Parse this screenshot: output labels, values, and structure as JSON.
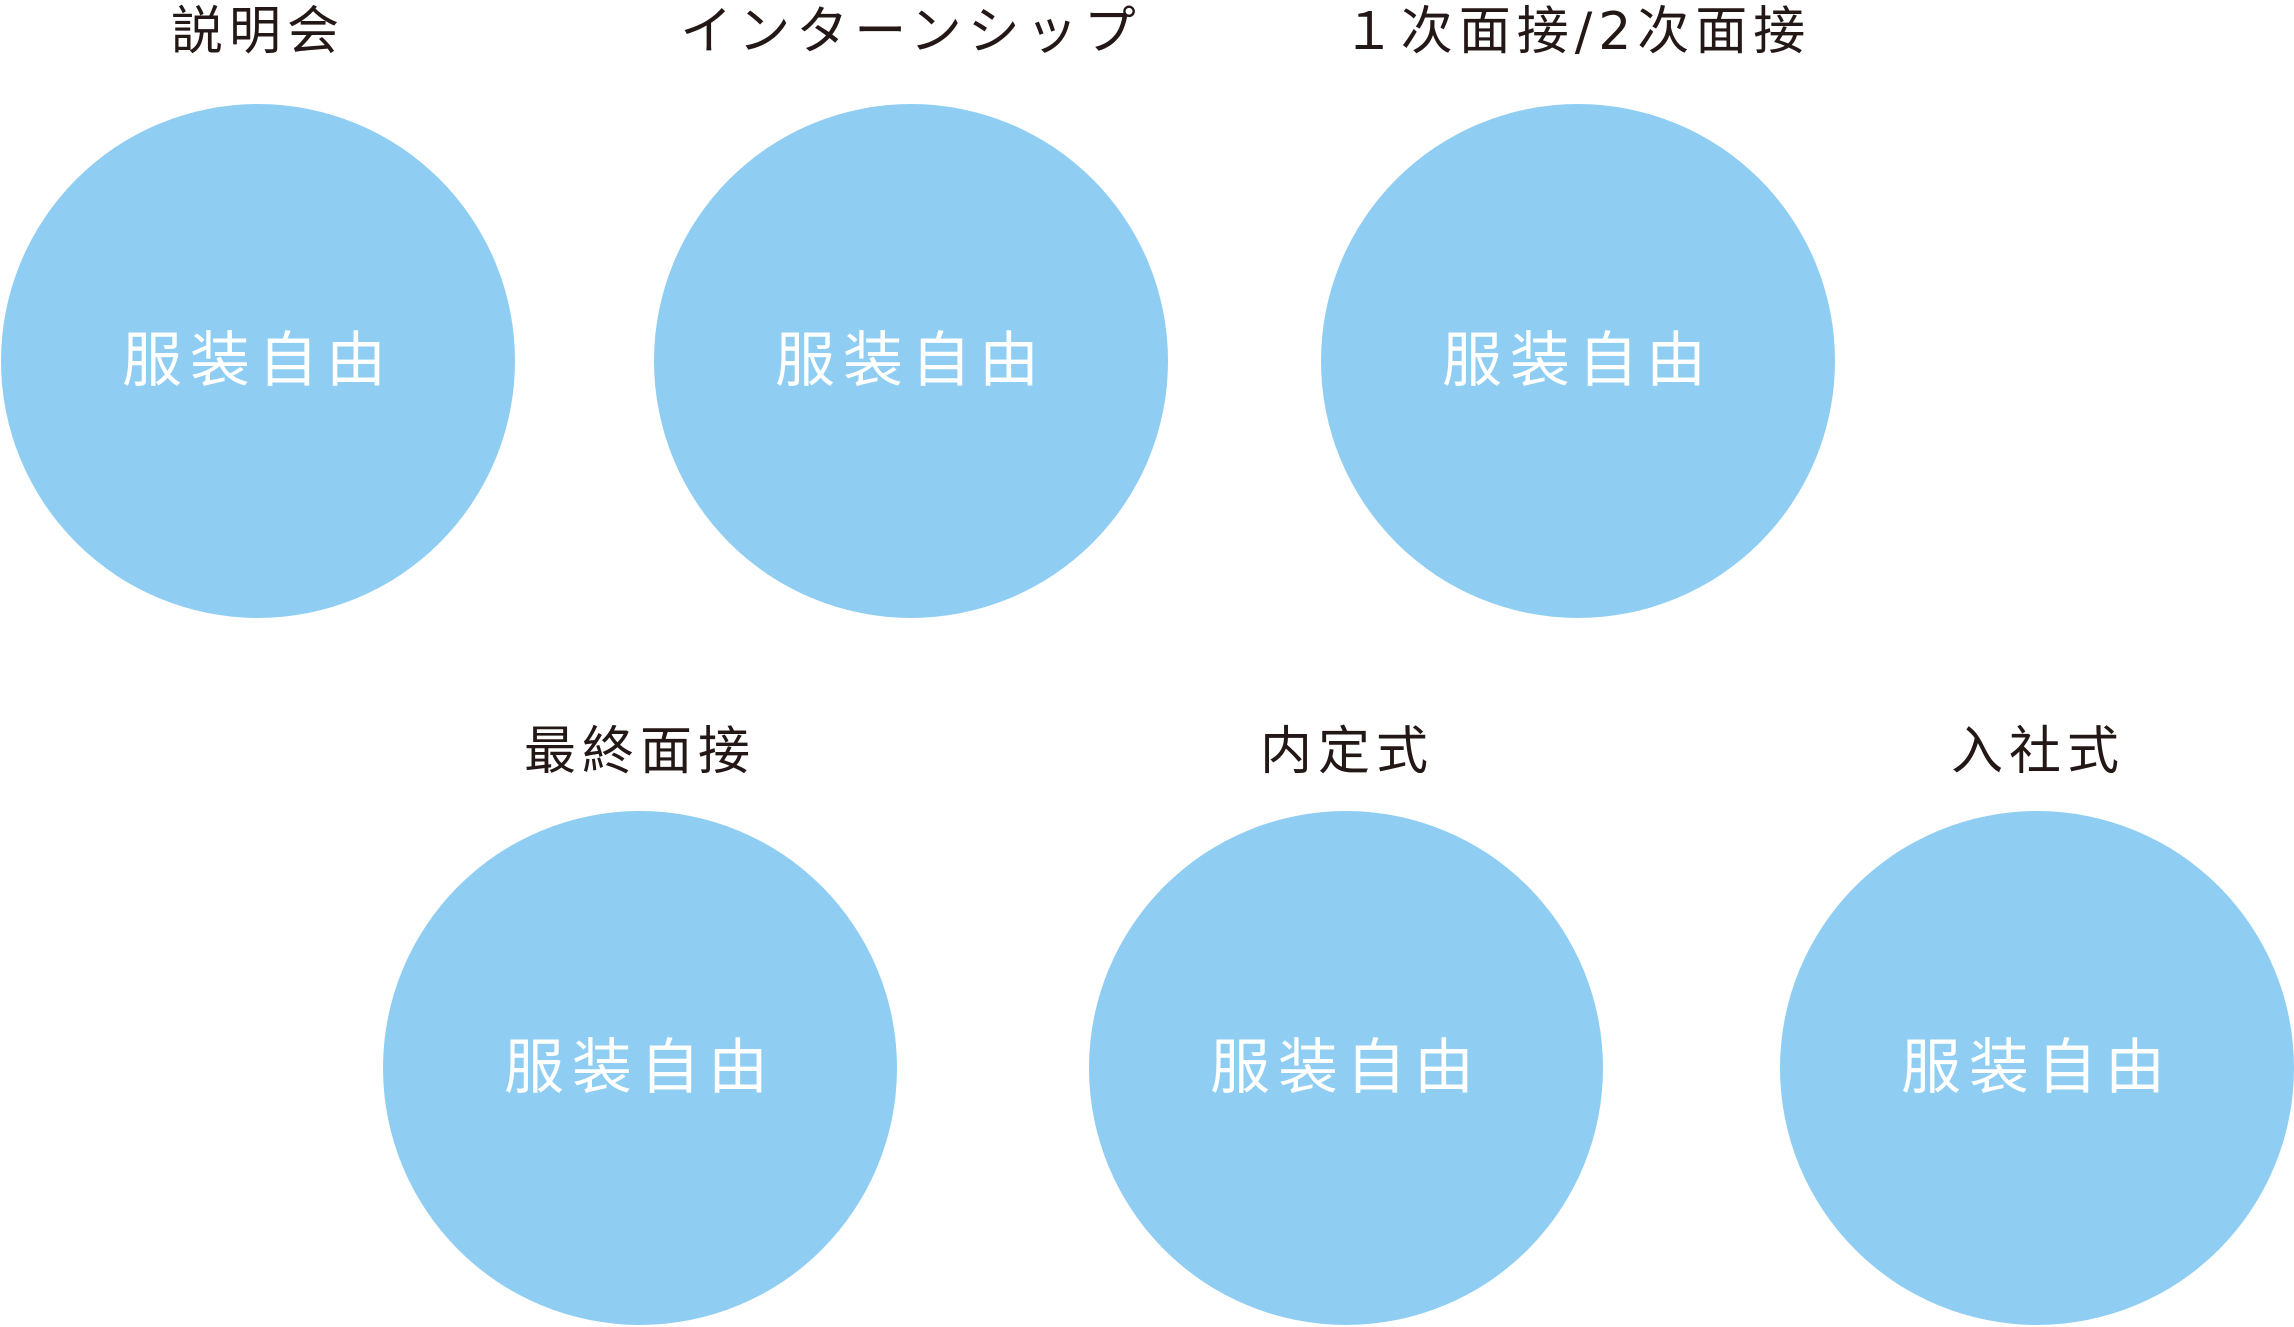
{
  "colors": {
    "circle_fill": "#8fcef2",
    "title_text": "#231815",
    "circle_text": "#ffffff"
  },
  "stages": [
    {
      "title": "説明会",
      "label": "服装自由"
    },
    {
      "title": "インターンシップ",
      "label": "服装自由"
    },
    {
      "title": "１次面接/2次面接",
      "label": "服装自由"
    },
    {
      "title": "最終面接",
      "label": "服装自由"
    },
    {
      "title": "内定式",
      "label": "服装自由"
    },
    {
      "title": "入社式",
      "label": "服装自由"
    }
  ]
}
